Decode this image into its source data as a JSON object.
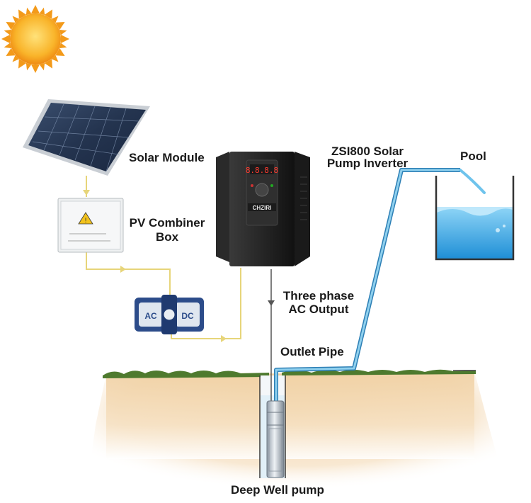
{
  "labels": {
    "solar_module": "Solar Module",
    "combiner_line1": "PV Combiner",
    "combiner_line2": "Box",
    "inverter_line1": "ZSI800 Solar",
    "inverter_line2": "Pump Inverter",
    "pool": "Pool",
    "output_line1": "Three phase",
    "output_line2": "AC Output",
    "outlet_pipe": "Outlet Pipe",
    "deep_well_pump": "Deep Well pump"
  },
  "device": {
    "inverter_brand": "CHZIRI",
    "display_digits": "8.8.8.8",
    "breaker_left": "AC",
    "breaker_right": "DC"
  },
  "colors": {
    "sun": "#f7a21b",
    "wire": "#e6d36a",
    "pipe": "#5fb0d8",
    "water": "#2f9fe0",
    "ground": "#f1d2a6",
    "grass": "#4e7a2e"
  }
}
